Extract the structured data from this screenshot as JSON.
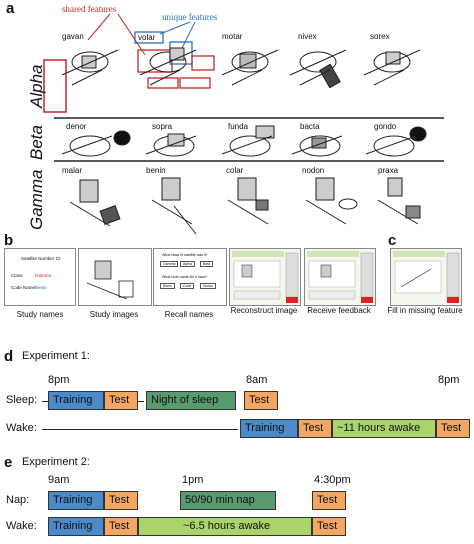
{
  "panel_a": {
    "letter": "a",
    "annotations": {
      "shared": "shared features",
      "unique": "unique features"
    },
    "rows": [
      {
        "label": "Alpha",
        "names": [
          "gavan",
          "volar",
          "motar",
          "nivex",
          "sorex"
        ]
      },
      {
        "label": "Beta",
        "names": [
          "denor",
          "sopra",
          "funda",
          "bacta",
          "gondo"
        ]
      },
      {
        "label": "Gamma",
        "names": [
          "malar",
          "benin",
          "colar",
          "nodon",
          "praxa"
        ]
      }
    ]
  },
  "panel_b": {
    "letter": "b",
    "study_card": {
      "title": "Satellite Number 10",
      "class_label": "Class:",
      "class_value": "Gamma",
      "code_label": "Code Name:",
      "code_value": "Benin"
    },
    "recall": {
      "q1": "What class of satellite was it?",
      "opts1": [
        "Gamma",
        "Alpha",
        "Beta"
      ],
      "q2": "What code name did it have?",
      "opts2": [
        "Benin",
        "Colar",
        "Nodon"
      ]
    },
    "captions": [
      "Study names",
      "Study images",
      "Recall names",
      "Reconstruct image",
      "Receive feedback"
    ]
  },
  "panel_c": {
    "letter": "c",
    "caption": "Fill in missing feature"
  },
  "panel_d": {
    "letter": "d",
    "title": "Experiment 1:",
    "times": [
      "8pm",
      "8am",
      "8pm"
    ],
    "rows": [
      {
        "name": "Sleep:",
        "boxes": [
          "Training",
          "Test",
          "Night of sleep",
          "Test"
        ]
      },
      {
        "name": "Wake:",
        "boxes": [
          "Training",
          "Test",
          "~11 hours awake",
          "Test"
        ]
      }
    ]
  },
  "panel_e": {
    "letter": "e",
    "title": "Experiment 2:",
    "times": [
      "9am",
      "1pm",
      "4:30pm"
    ],
    "rows": [
      {
        "name": "Nap:",
        "boxes": [
          "Training",
          "Test",
          "50/90 min nap",
          "Test"
        ]
      },
      {
        "name": "Wake:",
        "boxes": [
          "Training",
          "Test",
          "~6.5 hours awake",
          "Test"
        ]
      }
    ]
  },
  "colors": {
    "training": "#4b8bc9",
    "test": "#f2a762",
    "sleep": "#5a9a6f",
    "awake": "#a9d468",
    "annotation_red": "#c0282d",
    "annotation_blue": "#2b6fb3"
  }
}
